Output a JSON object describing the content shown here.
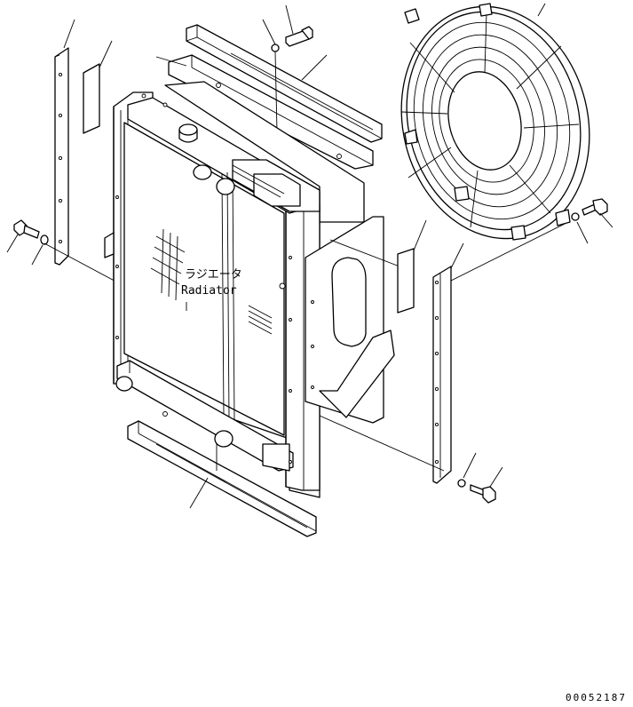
{
  "labels": {
    "radiator_jp": "ラジエータ",
    "radiator_en": "Radiator",
    "drawing_number": "00052187"
  }
}
